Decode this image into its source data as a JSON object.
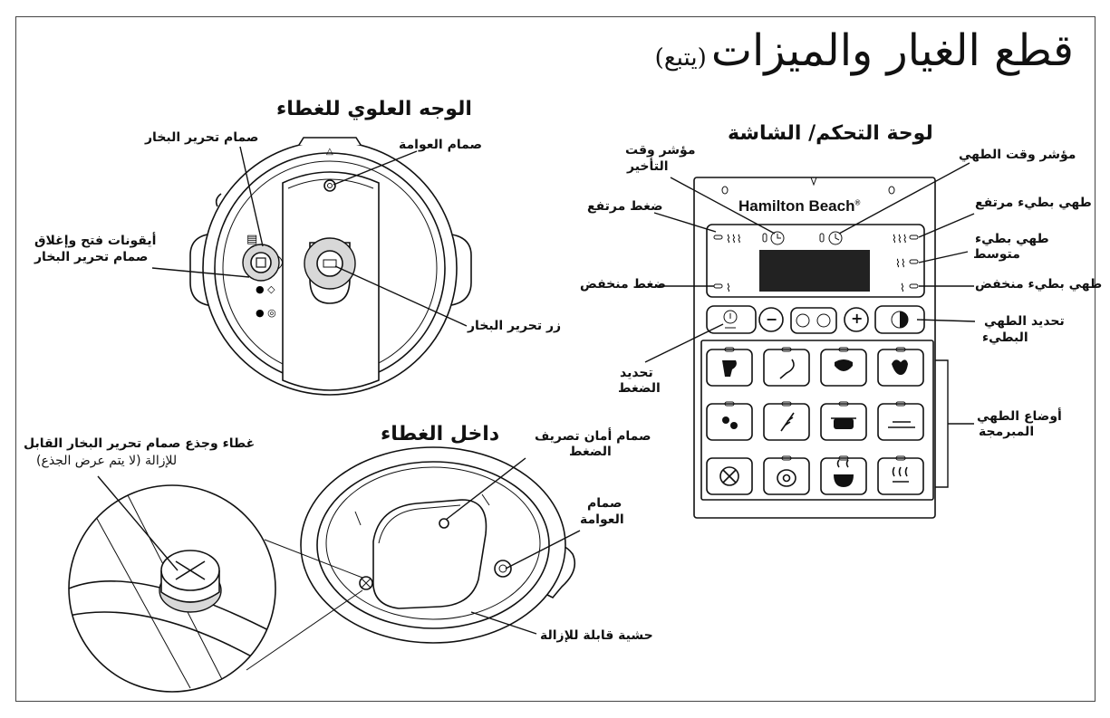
{
  "page": {
    "title": "قطع الغيار والميزات",
    "title_suffix": "(يتبع)"
  },
  "lid_top": {
    "heading": "الوجه العلوي للغطاء",
    "labels": {
      "steam_release_valve": "صمام تحرير البخار",
      "float_valve": "صمام العوامة",
      "lock_icons_line1": "أيقونات فتح وإغلاق",
      "lock_icons_line2": "صمام تحرير البخار",
      "steam_release_button": "زر تحرير البخار"
    }
  },
  "lid_inside": {
    "heading": "داخل الغطاء",
    "labels": {
      "removable_cap_line1": "غطاء وجذع صمام تحرير البخار القابل",
      "removable_cap_line2": "للإزالة (لا يتم عرض الجذع)",
      "safety_valve_line1": "صمام أمان تصريف",
      "safety_valve_line2": "الضغط",
      "float_valve_line1": "صمام",
      "float_valve_line2": "العوامة",
      "gasket": "حشية قابلة للإزالة"
    }
  },
  "control_panel": {
    "heading": "لوحة التحكم/ الشاشة",
    "brand": "Hamilton Beach",
    "brand_mark": "®",
    "labels": {
      "delay_timer_line1": "مؤشر وقت",
      "delay_timer_line2": "التأخير",
      "cook_time": "مؤشر وقت الطهي",
      "high_pressure": "ضغط مرتفع",
      "low_pressure": "ضغط منخفض",
      "slow_high": "طهي بطيء مرتفع",
      "slow_medium_line1": "طهي بطيء",
      "slow_medium_line2": "متوسط",
      "slow_low": "طهي بطيء منخفض",
      "pressure_select_line1": "تحديد",
      "pressure_select_line2": "الضغط",
      "slow_select_line1": "تحديد الطهي",
      "slow_select_line2": "البطيء",
      "programs_line1": "أوضاع الطهي",
      "programs_line2": "المبرمجة"
    },
    "keys": {
      "minus": "−",
      "plus": "+"
    },
    "program_icons": [
      "meat-icon",
      "poultry-icon",
      "rice-icon",
      "vegetables-icon",
      "beans-icon",
      "grain-icon",
      "stew-icon",
      "saute-icon",
      "cancel-icon",
      "egg-icon",
      "soup-icon",
      "steam-icon"
    ]
  }
}
